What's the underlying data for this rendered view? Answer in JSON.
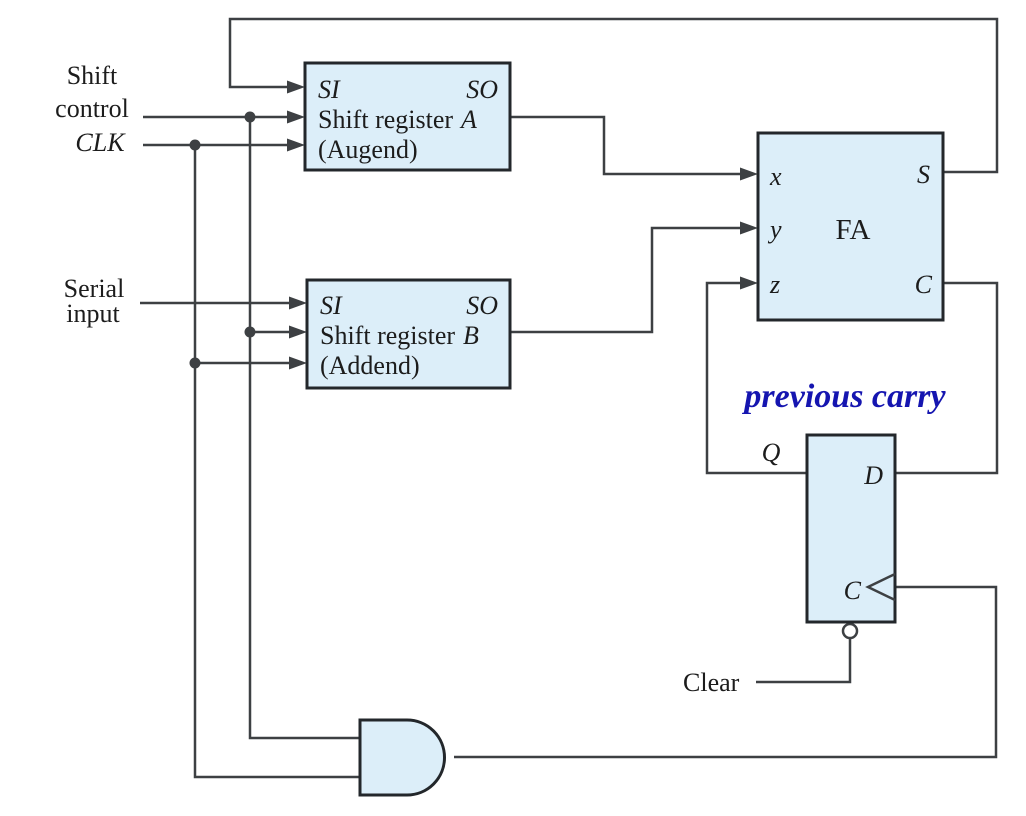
{
  "colors": {
    "background": "#ffffff",
    "box_fill": "#dceef9",
    "box_stroke": "#23272b",
    "wire": "#3d4043",
    "text": "#1c1c1c",
    "accent_blue": "#1515b0"
  },
  "left_labels": {
    "shift_control": {
      "line1": "Shift",
      "line2": "control"
    },
    "clk": "CLK",
    "serial_input": {
      "line1": "Serial",
      "line2": "input"
    }
  },
  "blocks": {
    "register_a": {
      "si": "SI",
      "so": "SO",
      "title": "Shift register",
      "letter": "A",
      "subtitle": "(Augend)"
    },
    "register_b": {
      "si": "SI",
      "so": "SO",
      "title": "Shift register",
      "letter": "B",
      "subtitle": "(Addend)"
    },
    "full_adder": {
      "in_x": "x",
      "in_y": "y",
      "in_z": "z",
      "label": "FA",
      "out_s": "S",
      "out_c": "C"
    },
    "carry_flip_flop": {
      "d": "D",
      "clock": "C",
      "q": "Q"
    }
  },
  "annotations": {
    "previous_carry": "previous carry",
    "clear": "Clear"
  }
}
